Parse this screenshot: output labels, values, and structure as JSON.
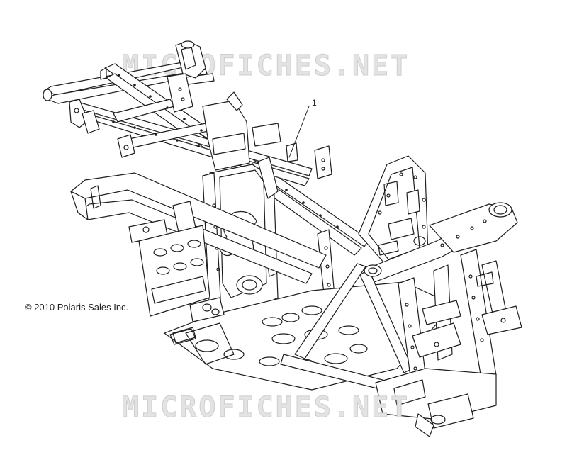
{
  "watermark_top": "MICROFICHES.NET",
  "watermark_bottom": "MICROFICHES.NET",
  "callout_number": "1",
  "copyright": "© 2010 Polaris Sales Inc."
}
